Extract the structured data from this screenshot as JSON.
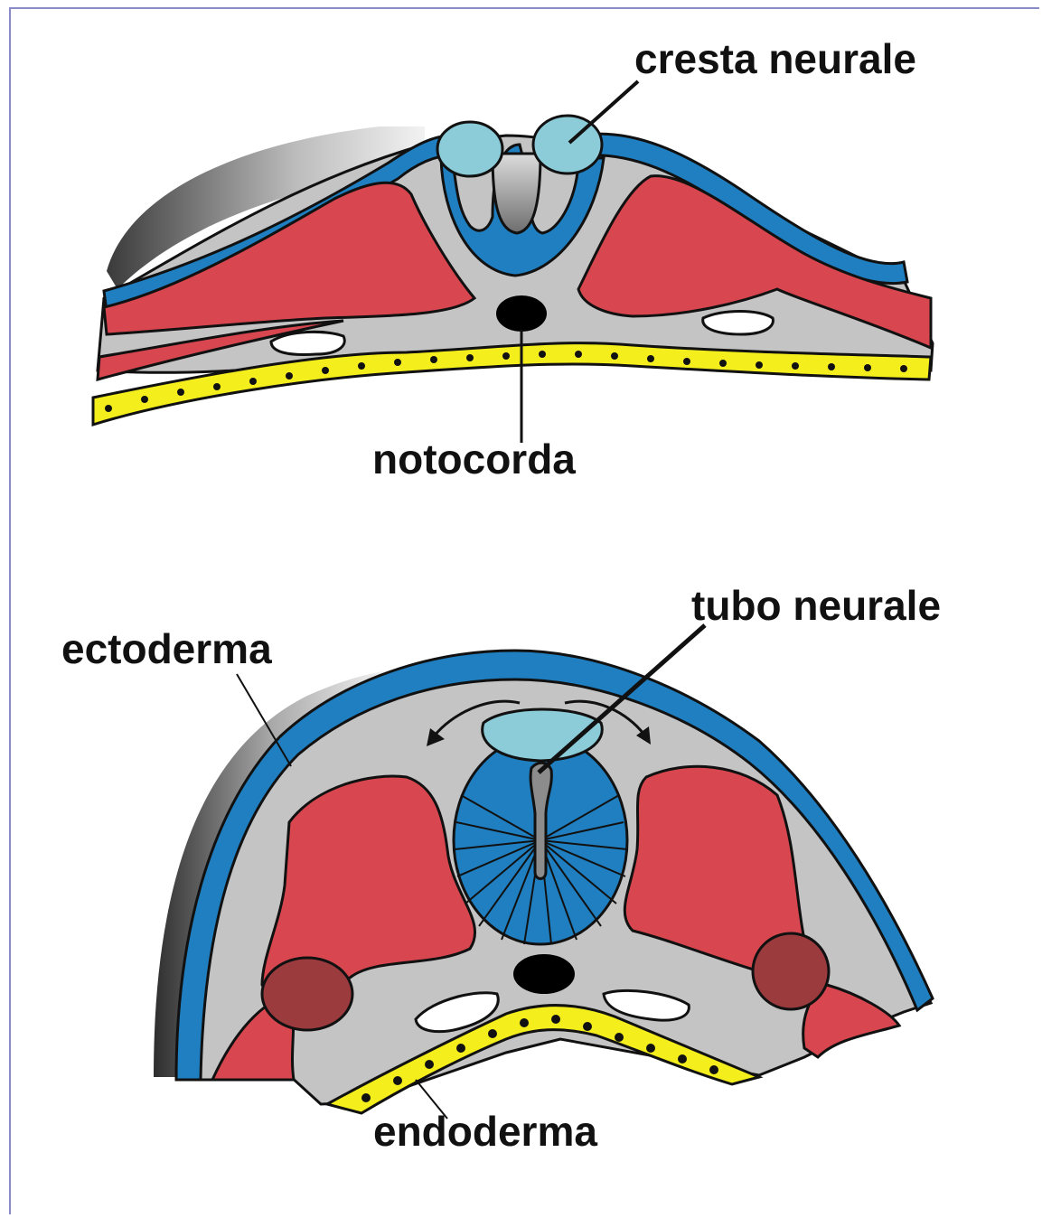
{
  "labels": {
    "cresta_neurale": "cresta neurale",
    "notocorda": "notocorda",
    "tubo_neurale": "tubo neurale",
    "ectoderma": "ectoderma",
    "endoderma": "endoderma"
  },
  "colors": {
    "ectoderm_blue": "#1f7fc0",
    "neural_crest": "#8ccbd8",
    "mesoderm_red": "#d8474f",
    "somite_dark": "#9b3b3e",
    "mesenchyme_grey": "#c4c4c4",
    "endoderm_yellow": "#f3ee1c",
    "notochord": "#000000",
    "frame": "#8a8ac8"
  }
}
